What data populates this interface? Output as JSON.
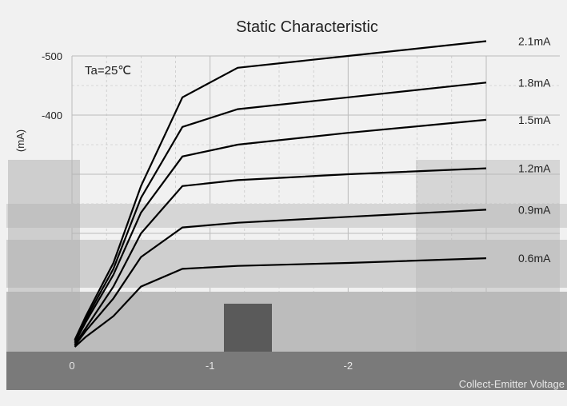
{
  "chart_data": {
    "type": "line",
    "title": "Static Characteristic",
    "condition_label": "Ta=25℃",
    "ylabel": "(mA)",
    "xlabel": "Collect-Emitter Voltage",
    "ylim": [
      0,
      -500
    ],
    "xlim": [
      0,
      -3
    ],
    "grid": true,
    "y_ticks": [
      -500,
      -400
    ],
    "x_ticks": [
      -2,
      -1,
      0
    ],
    "colors": {
      "series": "#000000",
      "grid": "#bcbcbc",
      "background": "#f1f1f1",
      "band": "#7a7a7a"
    },
    "series": [
      {
        "name": "2.1mA",
        "points": [
          [
            -0.02,
            -20
          ],
          [
            -0.1,
            -60
          ],
          [
            -0.3,
            -150
          ],
          [
            -0.5,
            -280
          ],
          [
            -0.8,
            -430
          ],
          [
            -1.2,
            -480
          ],
          [
            -2.0,
            -500
          ],
          [
            -3.0,
            -525
          ]
        ]
      },
      {
        "name": "1.8mA",
        "points": [
          [
            -0.02,
            -18
          ],
          [
            -0.1,
            -55
          ],
          [
            -0.3,
            -140
          ],
          [
            -0.5,
            -260
          ],
          [
            -0.8,
            -380
          ],
          [
            -1.2,
            -410
          ],
          [
            -2.0,
            -430
          ],
          [
            -3.0,
            -455
          ]
        ]
      },
      {
        "name": "1.5mA",
        "points": [
          [
            -0.02,
            -15
          ],
          [
            -0.1,
            -50
          ],
          [
            -0.3,
            -130
          ],
          [
            -0.5,
            -235
          ],
          [
            -0.8,
            -330
          ],
          [
            -1.2,
            -350
          ],
          [
            -2.0,
            -370
          ],
          [
            -3.0,
            -392
          ]
        ]
      },
      {
        "name": "1.2mA",
        "points": [
          [
            -0.02,
            -12
          ],
          [
            -0.1,
            -40
          ],
          [
            -0.3,
            -110
          ],
          [
            -0.5,
            -200
          ],
          [
            -0.8,
            -280
          ],
          [
            -1.2,
            -290
          ],
          [
            -2.0,
            -300
          ],
          [
            -3.0,
            -310
          ]
        ]
      },
      {
        "name": "0.9mA",
        "points": [
          [
            -0.02,
            -10
          ],
          [
            -0.1,
            -35
          ],
          [
            -0.3,
            -90
          ],
          [
            -0.5,
            -160
          ],
          [
            -0.8,
            -210
          ],
          [
            -1.2,
            -218
          ],
          [
            -2.0,
            -228
          ],
          [
            -3.0,
            -240
          ]
        ]
      },
      {
        "name": "0.6mA",
        "points": [
          [
            -0.02,
            -8
          ],
          [
            -0.1,
            -25
          ],
          [
            -0.3,
            -60
          ],
          [
            -0.5,
            -110
          ],
          [
            -0.8,
            -140
          ],
          [
            -1.2,
            -145
          ],
          [
            -2.0,
            -150
          ],
          [
            -3.0,
            -158
          ]
        ]
      }
    ]
  }
}
